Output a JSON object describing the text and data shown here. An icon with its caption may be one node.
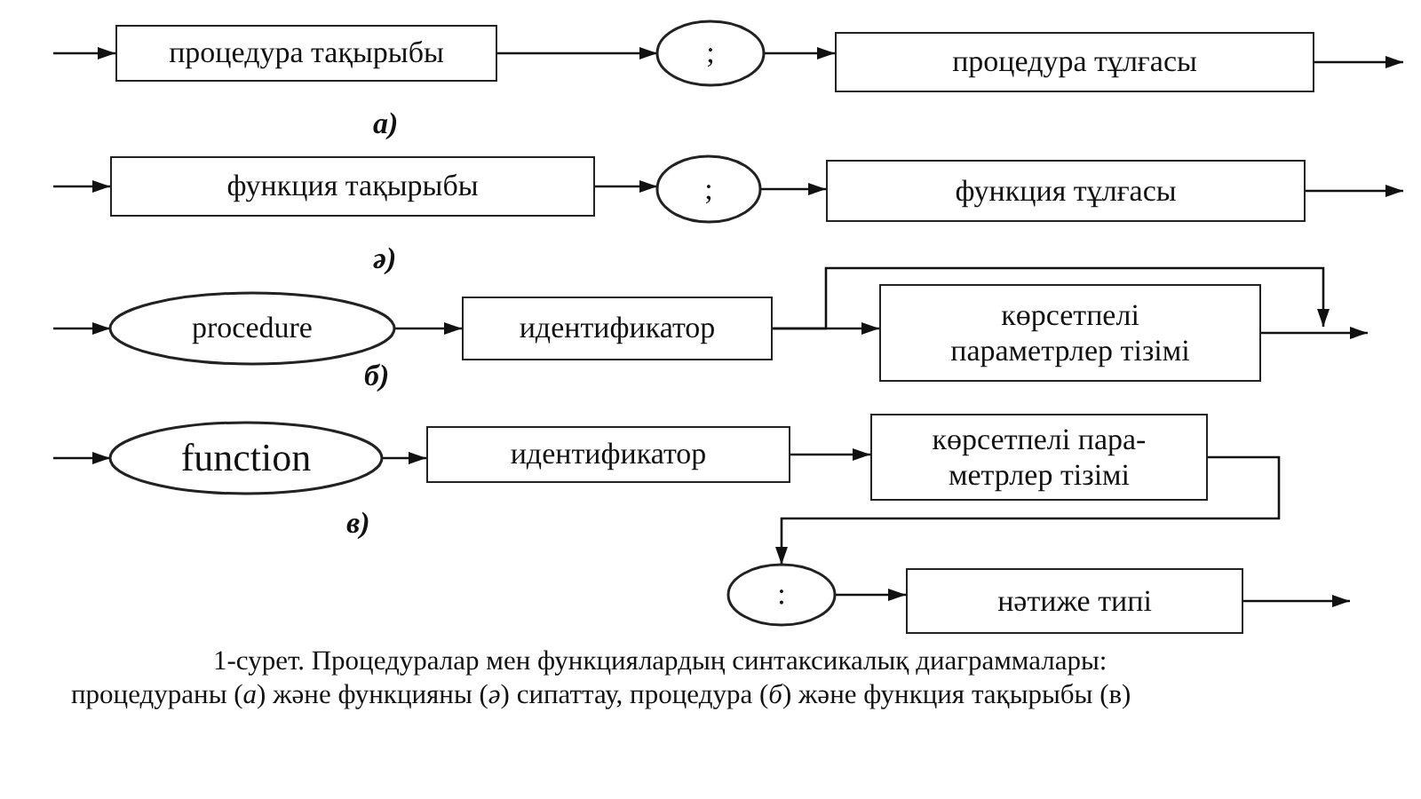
{
  "diagram": {
    "caption": "1-сурет. Процедуралар мен функциялардың синтаксикалық диаграммалары: процедураны (*а*) және функцияны (*ә*) сипаттау, процедура (*б*) және функция тақырыбы (в)",
    "nodes": [
      {
        "text": [
          "процедура тақырыбы"
        ]
      },
      {
        "text": [
          ";"
        ]
      },
      {
        "text": [
          "процедура тұлғасы"
        ]
      },
      {
        "text": [
          "функция тақырыбы"
        ]
      },
      {
        "text": [
          ";"
        ]
      },
      {
        "text": [
          "функция тұлғасы"
        ]
      },
      {
        "text": [
          "procedure"
        ]
      },
      {
        "text": [
          "идентификатор"
        ]
      },
      {
        "text": [
          "көрсетпелі параметрлер тізімі"
        ]
      },
      {
        "text": [
          "function"
        ]
      },
      {
        "text": [
          "идентификатор"
        ]
      },
      {
        "text": [
          "көрсетпелі пара- метрлер тізімі"
        ]
      },
      {
        "text": [
          ":"
        ]
      },
      {
        "text": [
          "нәтиже типі"
        ]
      }
    ],
    "edges": [
      {
        "from": null,
        "to": 0,
        "arrow": "to"
      },
      {
        "from": 0,
        "to": 1,
        "arrow": "to"
      },
      {
        "from": 1,
        "to": 2,
        "arrow": "to"
      },
      {
        "from": 2,
        "to": null,
        "arrow": "to"
      },
      {
        "from": null,
        "to": 3,
        "arrow": "to"
      },
      {
        "from": 3,
        "to": 4,
        "arrow": "to"
      },
      {
        "from": 4,
        "to": 5,
        "arrow": "to"
      },
      {
        "from": 5,
        "to": null,
        "arrow": "to"
      },
      {
        "from": null,
        "to": 6,
        "arrow": "to"
      },
      {
        "from": 6,
        "to": 7,
        "arrow": "to"
      },
      {
        "from": 7,
        "to": 8,
        "arrow": "to"
      },
      {
        "from": 8,
        "to": null,
        "arrow": "to"
      },
      {
        "from": 7,
        "to": null,
        "arrow": "to"
      },
      {
        "from": null,
        "to": 9,
        "arrow": "to"
      },
      {
        "from": 9,
        "to": 10,
        "arrow": "to"
      },
      {
        "from": 10,
        "to": 11,
        "arrow": "to"
      },
      {
        "from": 11,
        "to": 12,
        "arrow": "to"
      },
      {
        "from": 12,
        "to": 13,
        "arrow": "to"
      },
      {
        "from": 13,
        "to": null,
        "arrow": "to"
      }
    ],
    "labels": [
      "а)",
      "ә)",
      "б)",
      "в)"
    ]
  }
}
